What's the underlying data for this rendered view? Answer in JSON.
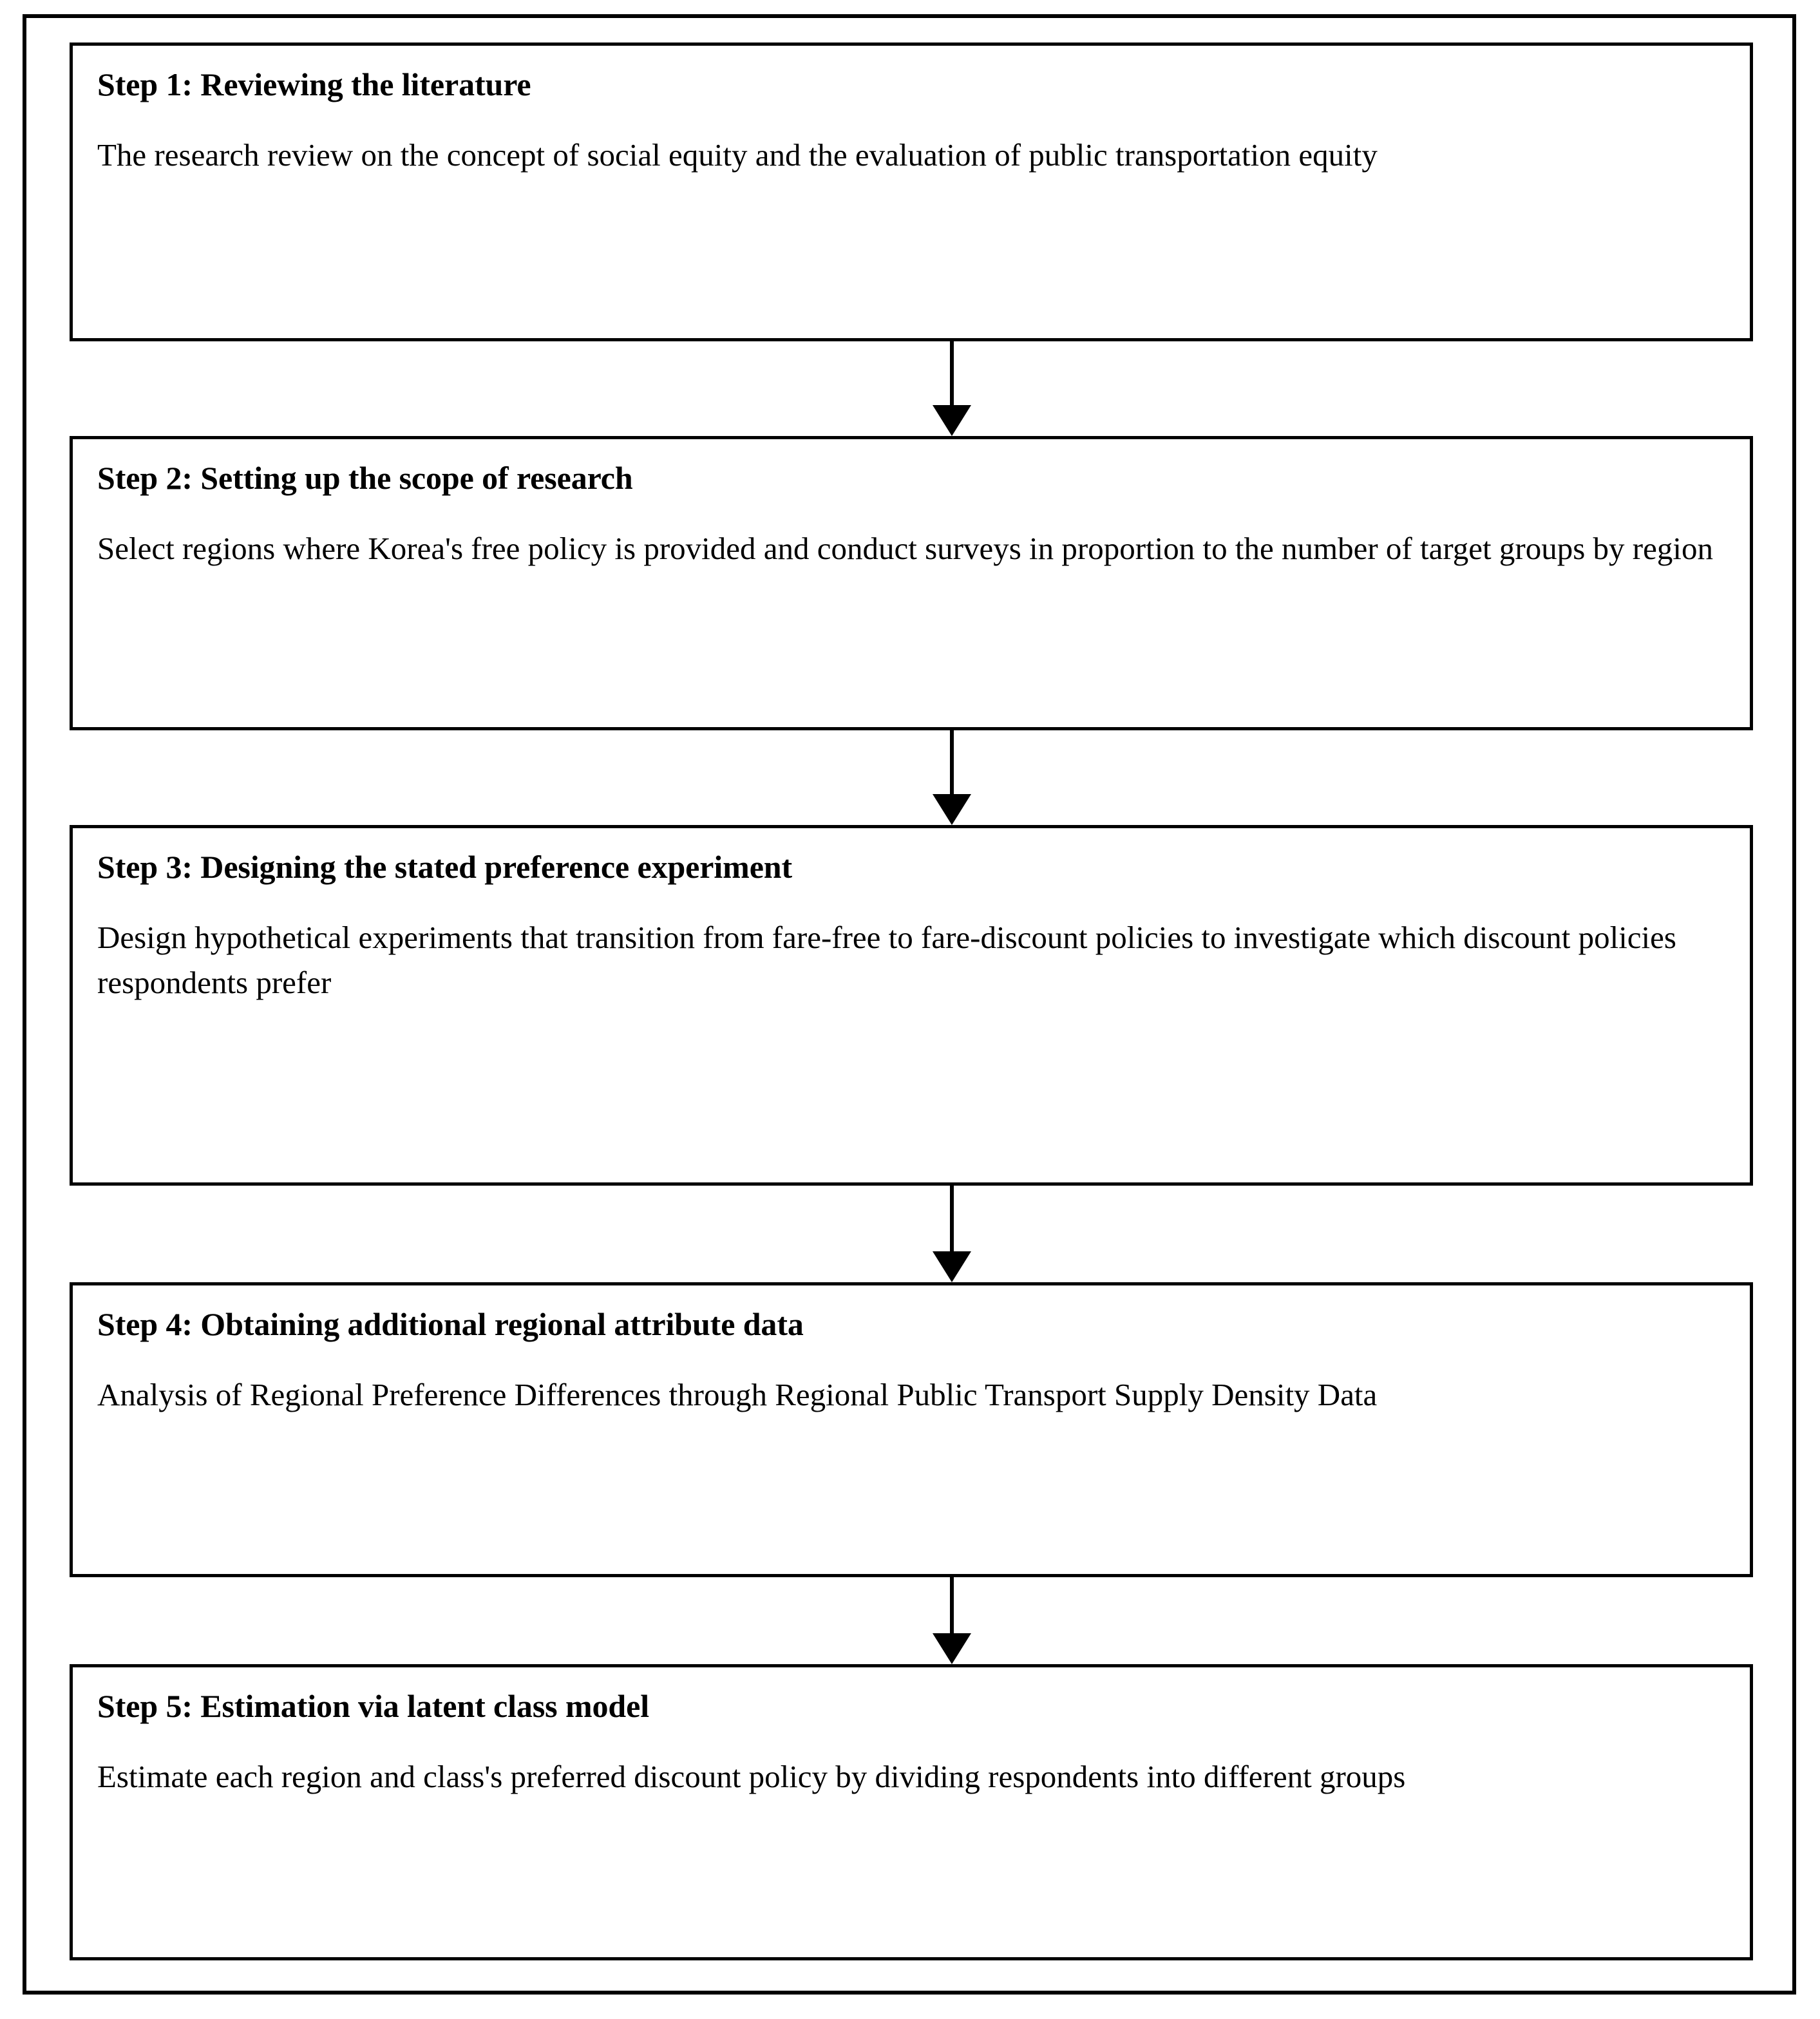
{
  "diagram": {
    "type": "vertical-flowchart",
    "orientation": "top-to-bottom",
    "step_count": 5,
    "connector_style": "solid-line-with-filled-triangle-arrowhead",
    "colors": {
      "background": "#ffffff",
      "border": "#000000",
      "text": "#000000"
    },
    "steps": [
      {
        "title": "Step 1: Reviewing the literature",
        "body": "The research review on the concept of social equity and the evaluation of public transportation equity"
      },
      {
        "title": "Step 2: Setting up the scope of research",
        "body": "Select regions where Korea's free policy is provided and conduct surveys in proportion to the number of target groups by region"
      },
      {
        "title": "Step 3: Designing the stated preference experiment",
        "body": "Design hypothetical experiments that transition from fare-free to fare-discount policies to investigate which discount policies respondents prefer"
      },
      {
        "title": "Step 4: Obtaining additional regional attribute data",
        "body": "Analysis of Regional Preference Differences through Regional Public Transport Supply Density Data"
      },
      {
        "title": "Step 5: Estimation via latent class model",
        "body": "Estimate each region and class's preferred discount policy by dividing respondents into different groups"
      }
    ]
  }
}
